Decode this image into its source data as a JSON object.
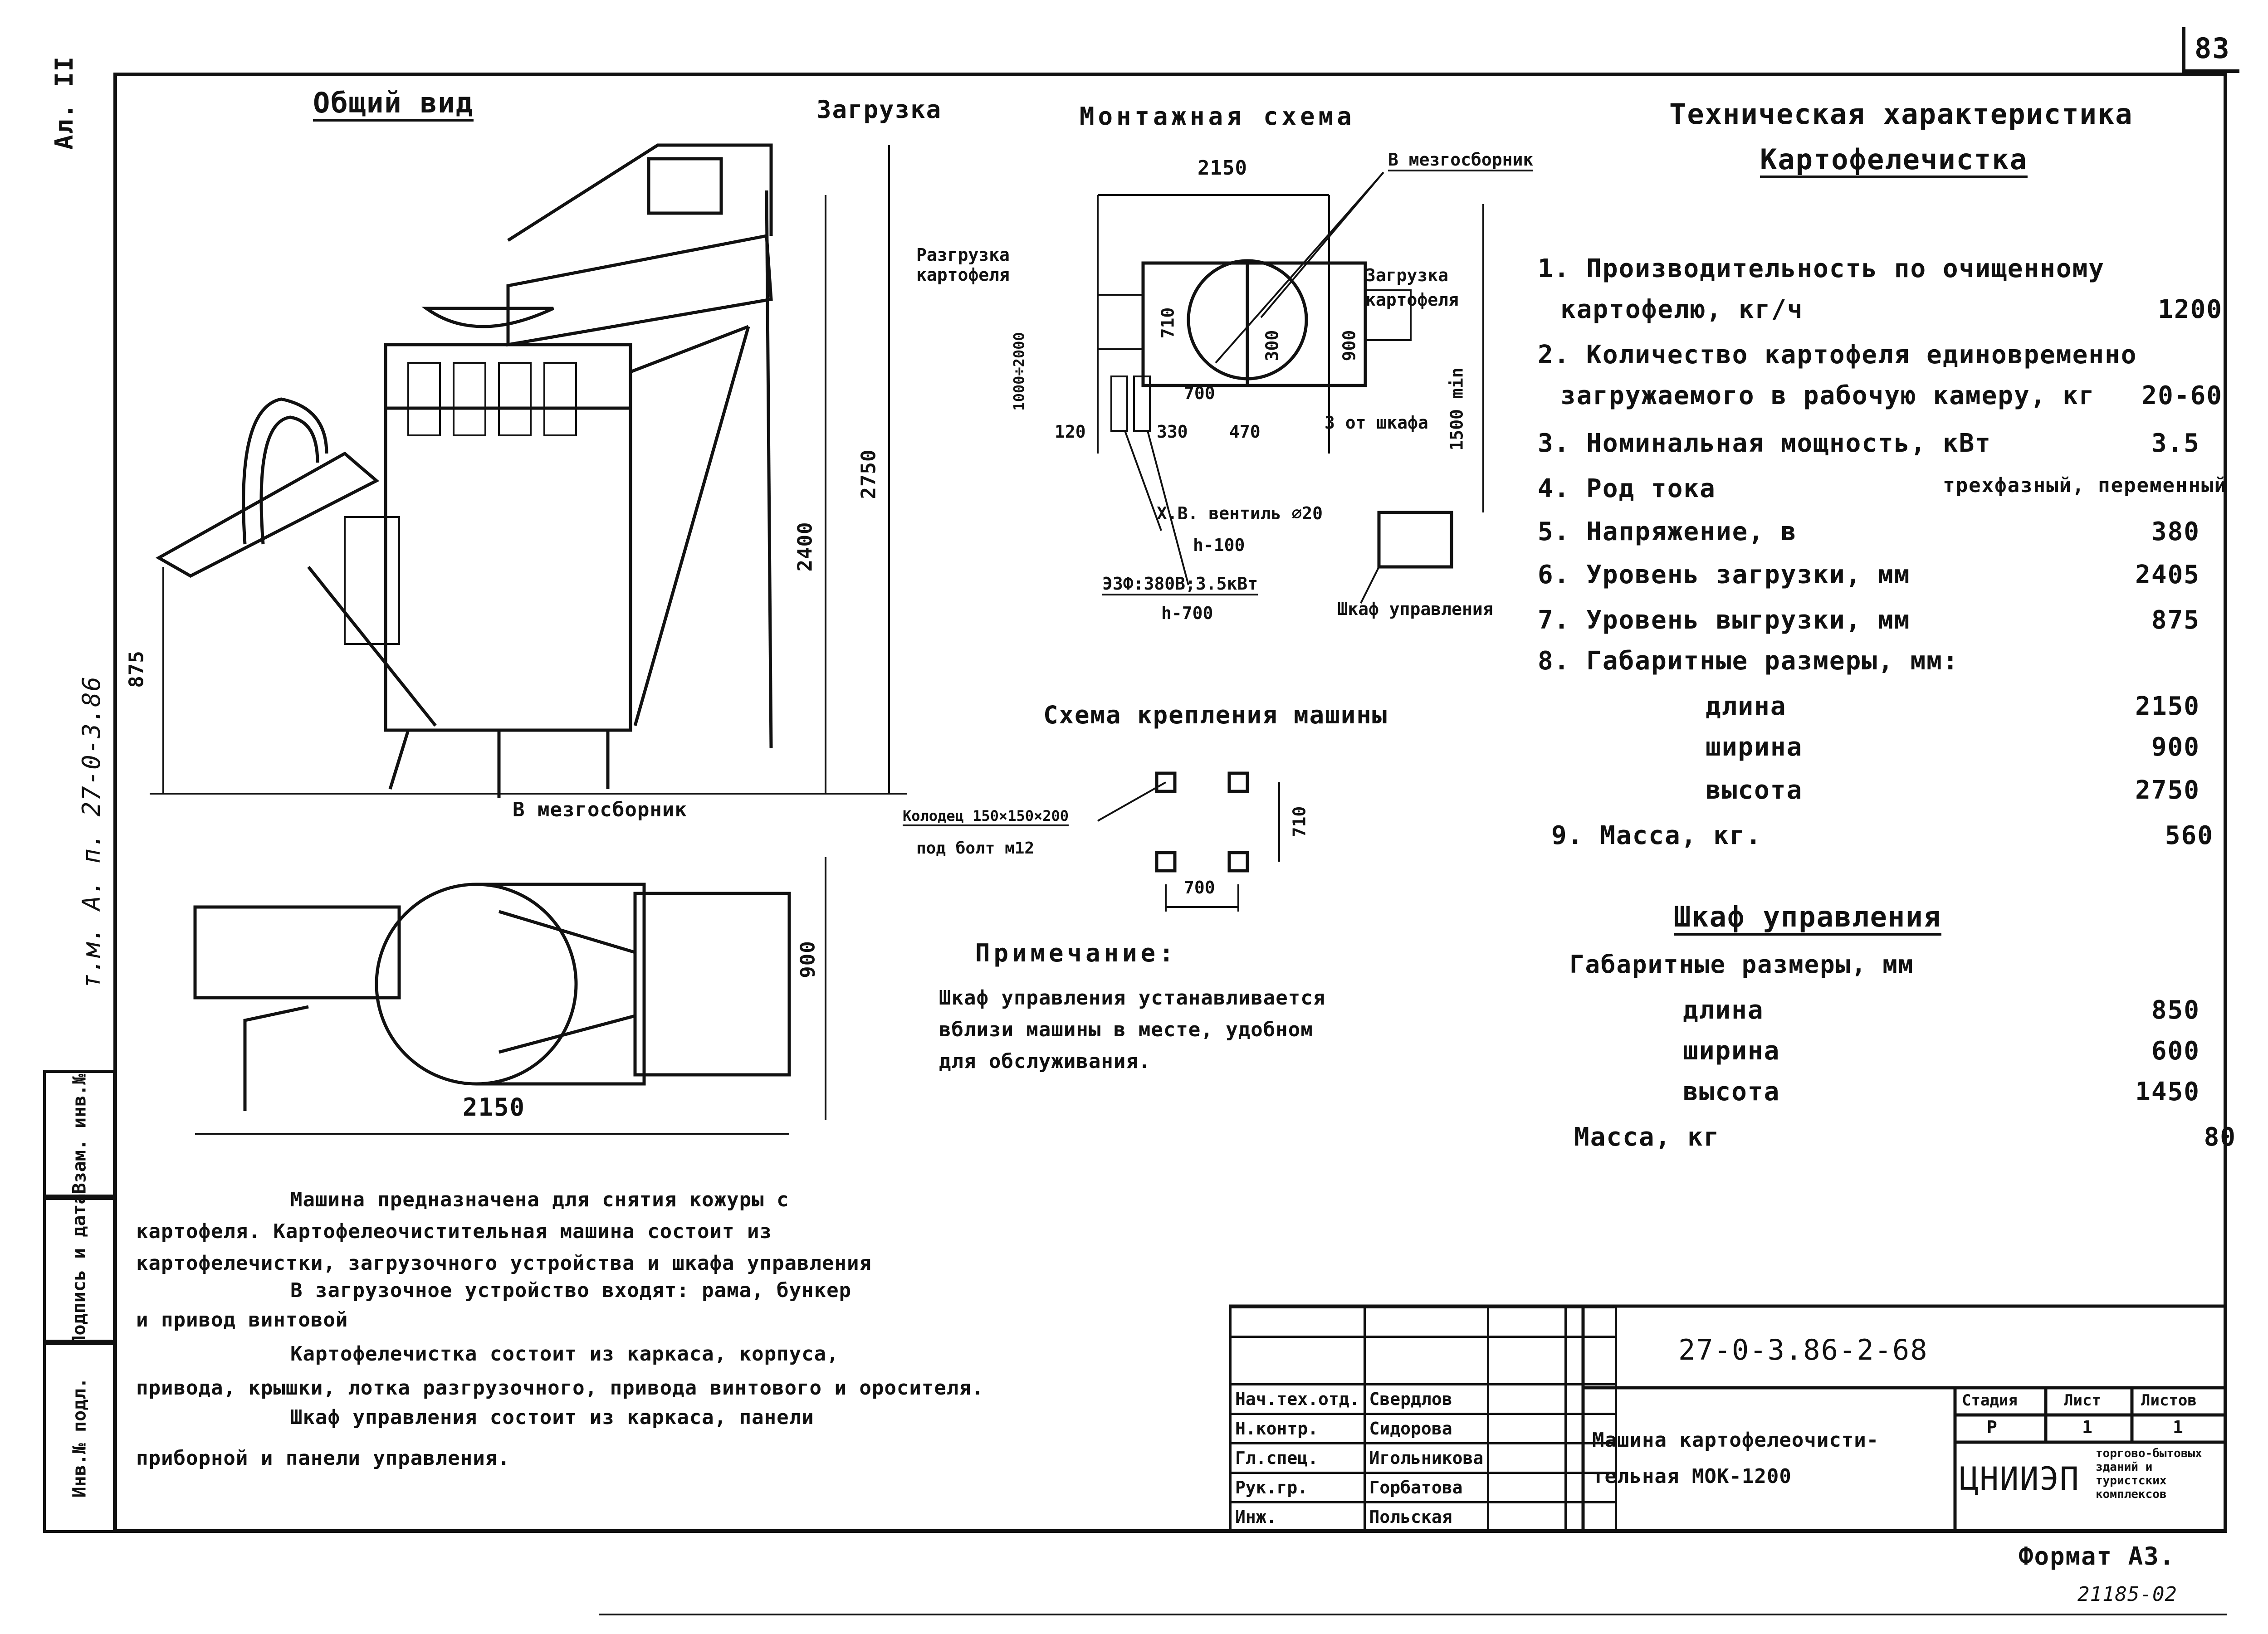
{
  "page_number": "83",
  "side_mark": "Ал. II",
  "side_code": "т.м. А. п. 27-0-3.86",
  "sidebar_fields": [
    "Инв.№ подл.",
    "Подпись и дата",
    "Взам. инв.№"
  ],
  "general_view": {
    "title": "Общий вид",
    "label_loading": "Загрузка",
    "label_waste": "В мезгосборник",
    "dim_height_1": "2400",
    "dim_height_2": "2750",
    "dim_unload": "875",
    "dim_length": "2150",
    "dim_width": "900"
  },
  "mounting": {
    "title": "Монтажная схема",
    "dim_top": "2150",
    "label_waste": "В мезгосборник",
    "label_unload": "Разгрузка картофеля",
    "label_load": "Загрузка картофеля",
    "dim_710": "710",
    "dim_300": "300",
    "dim_900": "900",
    "dim_700": "700",
    "dim_range": "1000÷2000",
    "dim_120": "120",
    "dim_330": "330",
    "dim_470": "470",
    "label_from_cabinet": "3 от шкафа",
    "dim_1500": "1500 min",
    "label_valve": "Х.В. вентиль ⌀20",
    "label_h100": "h-100",
    "label_power": "ЭЗФ:380В;3.5кВт",
    "label_h700": "h-700",
    "label_cabinet": "Шкаф управления"
  },
  "fixing": {
    "title": "Схема крепления машины",
    "label_well": "Колодец 150×150×200",
    "label_bolt": "под болт м12",
    "dim_710": "710",
    "dim_700": "700"
  },
  "note": {
    "title": "Примечание:",
    "lines": [
      "Шкаф управления устанавливается",
      "вблизи машины в месте, удобном",
      "для обслуживания."
    ]
  },
  "description": {
    "lines": [
      "Машина предназначена для снятия кожуры с",
      "картофеля. Картофелеочистительная машина состоит из",
      "картофелечистки, загрузочного устройства и шкафа управления",
      "В загрузочное устройство входят: рама, бункер",
      "и привод винтовой",
      "Картофелечистка состоит из каркаса, корпуса,",
      "привода, крышки, лотка разгрузочного, привода винтового и оросителя.",
      "Шкаф управления состоит из каркаса, панели",
      "приборной и панели управления."
    ]
  },
  "tech": {
    "title_1": "Техническая характеристика",
    "title_2": "Картофелечистка",
    "rows": [
      {
        "label": "1. Производительность по очищенному",
        "value": ""
      },
      {
        "label": "картофелю, кг/ч",
        "value": "1200"
      },
      {
        "label": "2. Количество картофеля единовременно",
        "value": ""
      },
      {
        "label": "загружаемого в рабочую камеру, кг",
        "value": "20-60"
      },
      {
        "label": "3. Номинальная мощность, кВт",
        "value": "3.5"
      },
      {
        "label": "4. Род тока",
        "value": "трехфазный, переменный"
      },
      {
        "label": "5. Напряжение, в",
        "value": "380"
      },
      {
        "label": "6. Уровень загрузки, мм",
        "value": "2405"
      },
      {
        "label": "7. Уровень выгрузки, мм",
        "value": "875"
      },
      {
        "label": "8. Габаритные размеры, мм:",
        "value": ""
      },
      {
        "label": "длина",
        "value": "2150"
      },
      {
        "label": "ширина",
        "value": "900"
      },
      {
        "label": "высота",
        "value": "2750"
      },
      {
        "label": "9. Масса, кг.",
        "value": "560"
      }
    ]
  },
  "cabinet": {
    "title": "Шкаф управления",
    "subtitle": "Габаритные размеры, мм",
    "rows": [
      {
        "label": "длина",
        "value": "850"
      },
      {
        "label": "ширина",
        "value": "600"
      },
      {
        "label": "высота",
        "value": "1450"
      },
      {
        "label": "Масса, кг",
        "value": "80"
      }
    ]
  },
  "stamp": {
    "doc_code": "27-0-3.86-2-68",
    "name_1": "Машина картофелеочисти-",
    "name_2": "тельная МОК-1200",
    "stage_label": "Стадия",
    "sheet_label": "Лист",
    "sheets_label": "Листов",
    "stage": "Р",
    "sheet": "1",
    "sheets": "1",
    "org": "ЦНИИЭП",
    "org_sub": "торгово-бытовых зданий и туристских комплексов",
    "people": [
      {
        "role": "Нач.тех.отд.",
        "name": "Свердлов"
      },
      {
        "role": "Н.контр.",
        "name": "Сидорова"
      },
      {
        "role": "Гл.спец.",
        "name": "Игольникова"
      },
      {
        "role": "Рук.гр.",
        "name": "Горбатова"
      },
      {
        "role": "Инж.",
        "name": "Польская"
      }
    ],
    "format": "Формат А3.",
    "inventory": "21185-02"
  }
}
